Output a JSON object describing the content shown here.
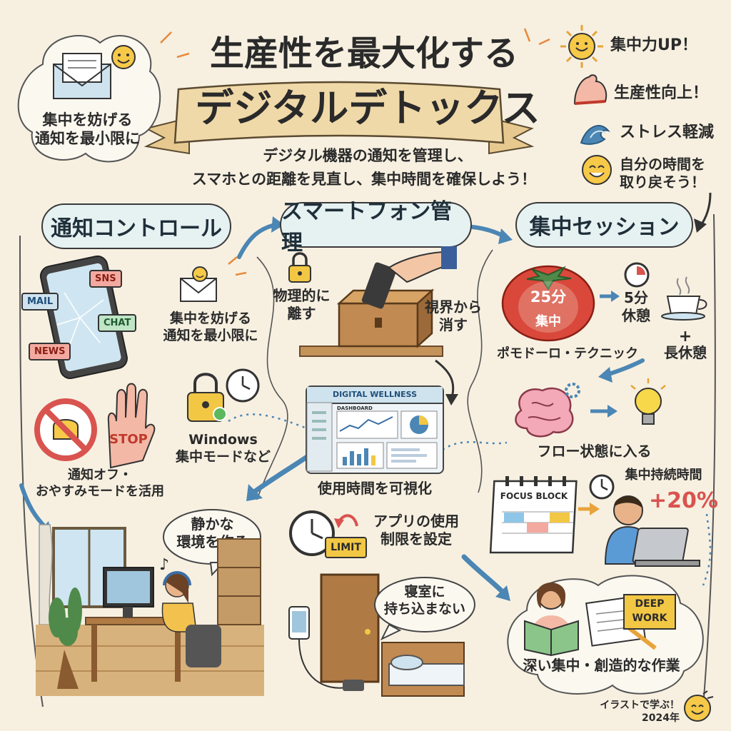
{
  "title": {
    "line1": "生産性を最大化する",
    "line2": "デジタルデトックス",
    "subtitle1": "デジタル機器の通知を管理し、",
    "subtitle2": "スマホとの距離を見直し、集中時間を確保しよう！"
  },
  "top_left_bubble": {
    "line1": "集中を妨げる",
    "line2": "通知を最小限に"
  },
  "benefits": [
    {
      "icon": "sun-icon",
      "text": "集中力UP！"
    },
    {
      "icon": "muscle-icon",
      "text": "生産性向上！"
    },
    {
      "icon": "wave-icon",
      "text": "ストレス軽減"
    },
    {
      "icon": "smile-icon",
      "text": "自分の時間を",
      "text2": "取り戻そう！"
    }
  ],
  "sections": {
    "notification": "通知コントロール",
    "smartphone": "スマートフォン管理",
    "focus": "集中セッション"
  },
  "notification": {
    "phone_tags": [
      "MAIL",
      "SNS",
      "CHAT",
      "NEWS"
    ],
    "minimize_line1": "集中を妨げる",
    "minimize_line2": "通知を最小限に",
    "stop_label": "STOP",
    "windows_line1": "Windows",
    "windows_line2": "集中モードなど",
    "off_line1": "通知オフ・",
    "off_line2": "おやすみモードを活用",
    "quiet_line1": "静かな",
    "quiet_line2": "環境を作る"
  },
  "smartphone": {
    "physical_line1": "物理的に",
    "physical_line2": "離す",
    "hide_line1": "視界から",
    "hide_line2": "消す",
    "dashboard_title": "DIGITAL WELLNESS",
    "dashboard_sub": "DASHBOARD",
    "visualize": "使用時間を可視化",
    "limit_label": "LIMIT",
    "limit_line1": "アプリの使用",
    "limit_line2": "制限を設定",
    "bedroom_line1": "寝室に",
    "bedroom_line2": "持ち込まない"
  },
  "focus": {
    "tomato_time": "25分",
    "tomato_label": "集中",
    "break_line1": "5分",
    "break_line2": "休憩",
    "plus": "+",
    "long_break": "長休憩",
    "technique": "ポモドーロ・テクニック",
    "flow": "フロー状態に入る",
    "calendar_label": "FOCUS BLOCK",
    "duration_label": "集中持続時間",
    "duration_value": "+20%",
    "deep_work": "DEEP WORK",
    "deep_line1": "DEEP",
    "deep_line2": "WORK",
    "deep_caption": "深い集中・創造的な作業"
  },
  "footer": {
    "line1": "イラストで学ぶ！",
    "line2": "2024年"
  },
  "colors": {
    "accent_red": "#d9534f",
    "accent_blue": "#4b86b4",
    "accent_orange": "#e8893a",
    "paper": "#f7f0e1"
  }
}
